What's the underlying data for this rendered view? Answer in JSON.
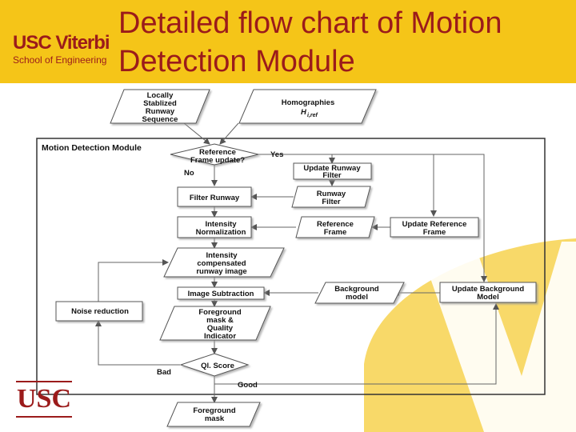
{
  "slide": {
    "title_line1": "Detailed flow chart of Motion",
    "title_line2": "Detection Module",
    "logo_primary": "USC Viterbi",
    "logo_secondary": "School of Engineering",
    "usc_logo": "USC"
  },
  "colors": {
    "header_bg": "#f5c518",
    "title_text": "#9b1b1b",
    "watermark": "#f5c518"
  },
  "diagram": {
    "module_label": "Motion Detection Module",
    "nodes": {
      "input_sequence": [
        "Locally",
        "Stablized",
        "Runway",
        "Sequence"
      ],
      "homographies": [
        "Homographies"
      ],
      "homographies_sub": [
        "H",
        "i,ref"
      ],
      "ref_update": [
        "Reference",
        "Frame update?"
      ],
      "update_runway_filter": [
        "Update Runway",
        "Filter"
      ],
      "filter_runway": [
        "Filter Runway"
      ],
      "runway_filter": [
        "Runway",
        "Filter"
      ],
      "intensity_norm": [
        "Intensity",
        "Normalization"
      ],
      "reference_frame": [
        "Reference",
        "Frame"
      ],
      "update_ref_frame": [
        "Update Reference",
        "Frame"
      ],
      "intensity_comp": [
        "Intensity",
        "compensated",
        "runway image"
      ],
      "image_subtraction": [
        "Image Subtraction"
      ],
      "background_model": [
        "Background",
        "model"
      ],
      "update_bg_model": [
        "Update Background",
        "Model"
      ],
      "noise_reduction": [
        "Noise reduction"
      ],
      "foreground_quality": [
        "Foreground",
        "mask &",
        "Quality",
        "Indicator"
      ],
      "ql_score": [
        "Ql. Score"
      ],
      "foreground_mask": [
        "Foreground",
        "mask"
      ]
    },
    "edge_labels": {
      "yes": "Yes",
      "no": "No",
      "bad": "Bad",
      "good": "Good"
    }
  }
}
